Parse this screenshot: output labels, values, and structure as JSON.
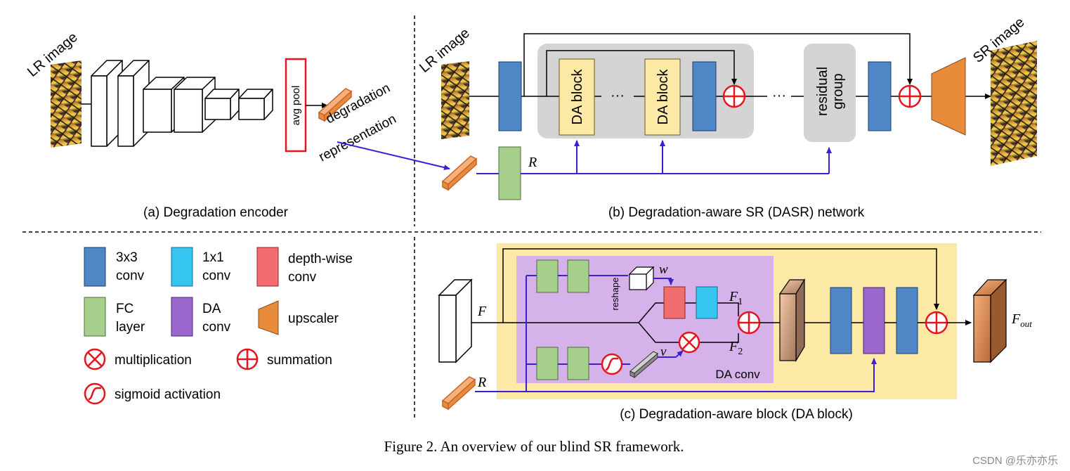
{
  "colors": {
    "conv3x3": "#4f86c6",
    "conv1x1": "#35c5f0",
    "depthwise": "#f26d6d",
    "fc": "#a6cf8c",
    "da_conv": "#9a67cc",
    "upscaler": "#e88c3c",
    "operator_red": "#e8141c",
    "blue_arrow": "#3b1fd6",
    "gray_panel": "#d4d4d4",
    "yellow_panel": "#fde9a6",
    "purple_panel": "#d6b2ea",
    "da_block_fill": "#fde9a6"
  },
  "panel_a": {
    "lr_image_label": "LR image",
    "avg_pool_label": "avg pool",
    "degradation_label_line1": "degradation",
    "degradation_label_line2": "representation",
    "caption": "(a) Degradation encoder"
  },
  "panel_b": {
    "lr_image_label": "LR image",
    "sr_image_label": "SR image",
    "da_block_label": "DA block",
    "dots": "···",
    "residual_group_line1": "residual",
    "residual_group_line2": "group",
    "r_label": "R",
    "caption": "(b) Degradation-aware SR (DASR) network"
  },
  "legend": {
    "conv3x3": [
      "3x3",
      "conv"
    ],
    "conv1x1": [
      "1x1",
      "conv"
    ],
    "depthwise": [
      "depth-wise",
      "conv"
    ],
    "fc": [
      "FC",
      "layer"
    ],
    "da_conv": [
      "DA",
      "conv"
    ],
    "upscaler": "upscaler",
    "multiplication": "multiplication",
    "summation": "summation",
    "sigmoid": "sigmoid activation"
  },
  "panel_c": {
    "f_label": "F",
    "r_label": "R",
    "reshape_label": "reshape",
    "w_label": "w",
    "v_label": "v",
    "f1_label": "F",
    "f1_sub": "1",
    "f2_label": "F",
    "f2_sub": "2",
    "da_conv_label": "DA conv",
    "fout_label": "F",
    "fout_sub": "out",
    "caption": "(c) Degradation-aware block (DA block)"
  },
  "figure_caption": "Figure 2. An overview of our blind SR framework.",
  "watermark": "CSDN @乐亦亦乐"
}
